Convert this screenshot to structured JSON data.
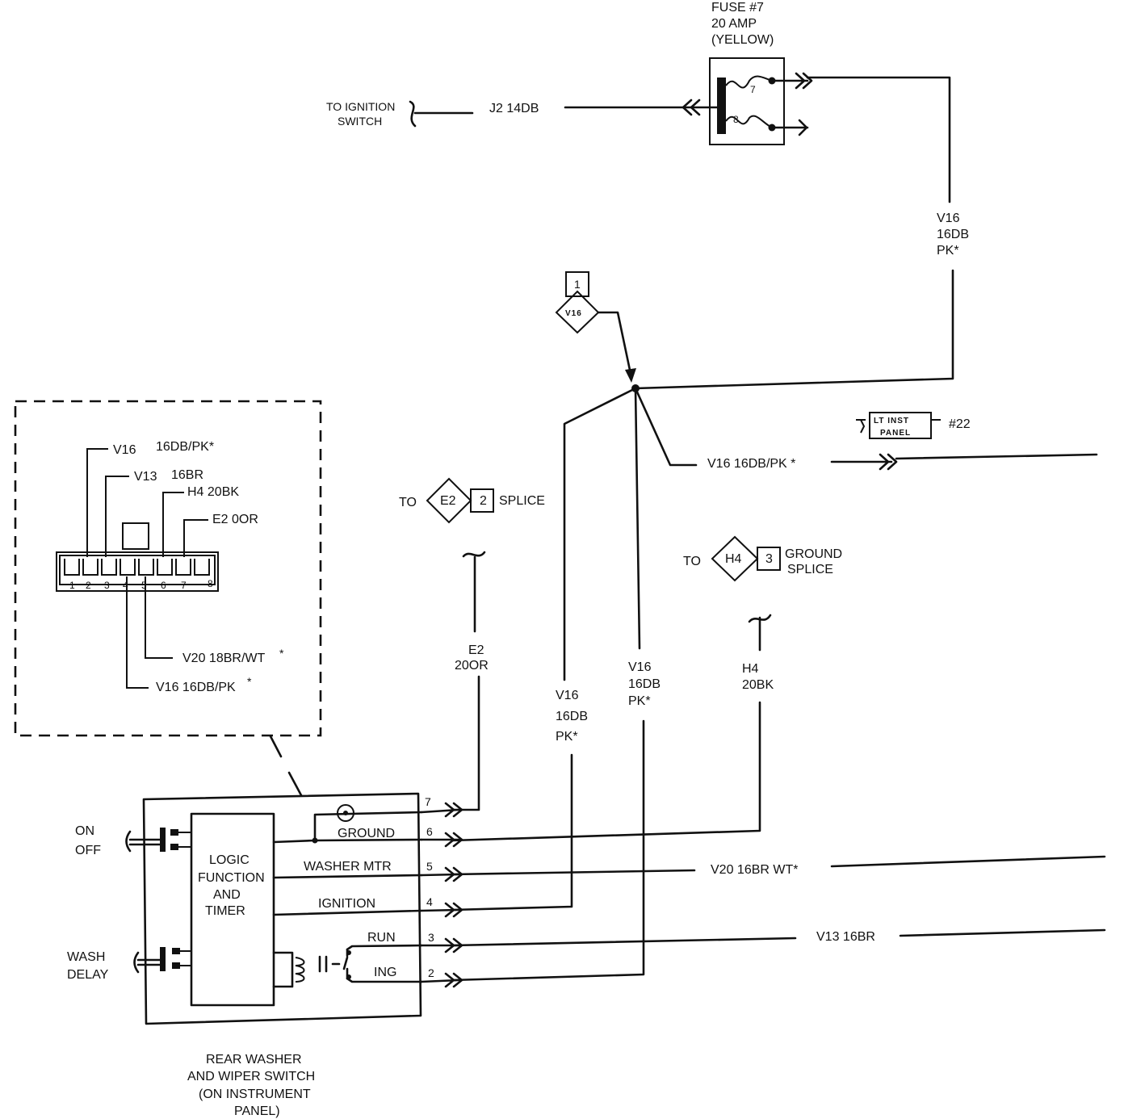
{
  "fuse": {
    "title": "FUSE #7",
    "rating": "20 AMP",
    "color": "(YELLOW)",
    "pin_top": "7",
    "pin_bottom": "8"
  },
  "ignition_feed": {
    "dest_line1": "TO IGNITION",
    "dest_line2": "SWITCH",
    "wire": "J2 14DB"
  },
  "wires": {
    "right_riser": [
      "V16",
      "16DB",
      "PK*"
    ],
    "mid_riser_a": [
      "V16",
      "16DB",
      "PK*"
    ],
    "mid_riser_b": [
      "V16",
      "16DB",
      "PK*"
    ],
    "e2_riser": [
      "E2",
      "20OR"
    ],
    "h4_riser": [
      "H4",
      "20BK"
    ],
    "to_inst_panel": "V16  16DB/PK *",
    "v20": "V20 16BR WT*",
    "v13": "V13 16BR"
  },
  "splice_v16": {
    "number": "1",
    "name": "V16"
  },
  "lt_inst_panel": {
    "line1": "LT INST",
    "line2": "PANEL",
    "ref": "#22"
  },
  "e2_splice": {
    "to": "TO",
    "name": "E2",
    "number": "2",
    "label": "SPLICE"
  },
  "h4_splice": {
    "to": "TO",
    "name": "H4",
    "number": "3",
    "label_line1": "GROUND",
    "label_line2": "SPLICE"
  },
  "connector_detail": {
    "wires": {
      "v16_top": "V16",
      "v16_top_color": "16DB/PK*",
      "v13": "V13",
      "v13_color": "16BR",
      "h4": "H4 20BK",
      "e2": "E2 0OR",
      "v20": "V20 18BR/WT",
      "v20_star": "*",
      "v16_bottom": "V16 16DB/PK",
      "v16_bottom_star": "*"
    },
    "pins": [
      "1",
      "2",
      "3",
      "4",
      "5",
      "6",
      "7",
      "8"
    ]
  },
  "switch": {
    "logic_line1": "LOGIC",
    "logic_line2": "FUNCTION",
    "logic_line3": "AND",
    "logic_line4": "TIMER",
    "on": "ON",
    "off": "OFF",
    "wash": "WASH",
    "delay": "DELAY",
    "terminals": [
      {
        "pin": "7",
        "label": ""
      },
      {
        "pin": "6",
        "label": "GROUND"
      },
      {
        "pin": "5",
        "label": "WASHER MTR"
      },
      {
        "pin": "4",
        "label": "IGNITION"
      },
      {
        "pin": "3",
        "label": "RUN"
      },
      {
        "pin": "2",
        "label": "ING"
      }
    ],
    "caption": [
      "REAR WASHER",
      "AND WIPER SWITCH",
      "(ON INSTRUMENT",
      "PANEL)"
    ]
  }
}
